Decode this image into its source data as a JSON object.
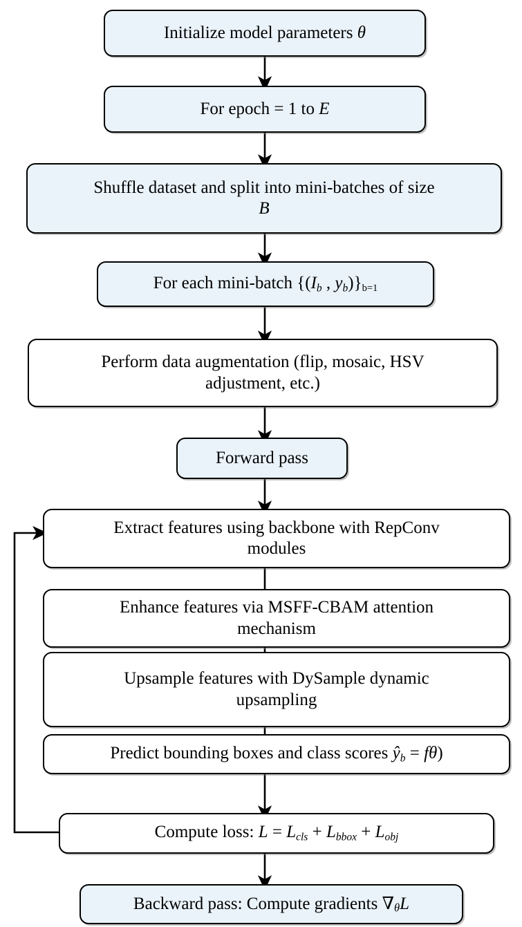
{
  "diagram": {
    "title": "Training procedure flowchart",
    "colors": {
      "box_fill_blue": "#eaf3fa",
      "box_fill_white": "#ffffff",
      "border": "#000000",
      "arrow": "#000000",
      "text": "#000000"
    },
    "nodes": [
      {
        "id": "init",
        "label": "Initialize model parameters θ",
        "fill": "#eaf3fa",
        "shape": "rounded-rectangle"
      },
      {
        "id": "for-epoch",
        "label": "For epoch = 1 to E",
        "fill": "#eaf3fa",
        "shape": "rounded-rectangle"
      },
      {
        "id": "shuffle",
        "label": "Shuffle dataset and split into mini-batches of size B",
        "fill": "#eaf3fa",
        "shape": "rounded-rectangle"
      },
      {
        "id": "for-minibatch",
        "label": "For each mini-batch {(I_b , y_b)}_{b=1}",
        "fill": "#eaf3fa",
        "shape": "rounded-rectangle"
      },
      {
        "id": "augment",
        "label": "Perform data augmentation (flip, mosaic, HSV adjustment, etc.)",
        "fill": "#ffffff",
        "shape": "rounded-rectangle"
      },
      {
        "id": "forward-pass",
        "label": "Forward pass",
        "fill": "#eaf3fa",
        "shape": "rounded-rectangle"
      },
      {
        "id": "extract-features",
        "label": "Extract features using backbone with RepConv modules",
        "fill": "#ffffff",
        "shape": "rounded-rectangle"
      },
      {
        "id": "enhance-features",
        "label": "Enhance features via MSFF-CBAM attention mechanism",
        "fill": "#ffffff",
        "shape": "rounded-rectangle"
      },
      {
        "id": "upsample-features",
        "label": "Upsample features with DySample dynamic upsampling",
        "fill": "#ffffff",
        "shape": "rounded-rectangle"
      },
      {
        "id": "predict",
        "label": "Predict bounding boxes and class scores ŷ_b = fθ)",
        "fill": "#ffffff",
        "shape": "rounded-rectangle"
      },
      {
        "id": "compute-loss",
        "label": "Compute loss: L = L_cls + L_bbox + L_obj",
        "fill": "#ffffff",
        "shape": "rounded-rectangle"
      },
      {
        "id": "backward-pass",
        "label": "Backward pass: Compute gradients ∇θ L",
        "fill": "#eaf3fa",
        "shape": "rounded-rectangle"
      }
    ],
    "edges": [
      {
        "from": "init",
        "to": "for-epoch",
        "arrowhead": true
      },
      {
        "from": "for-epoch",
        "to": "shuffle",
        "arrowhead": true
      },
      {
        "from": "shuffle",
        "to": "for-minibatch",
        "arrowhead": true
      },
      {
        "from": "for-minibatch",
        "to": "augment",
        "arrowhead": true
      },
      {
        "from": "augment",
        "to": "forward-pass",
        "arrowhead": true
      },
      {
        "from": "forward-pass",
        "to": "extract-features",
        "arrowhead": true
      },
      {
        "from": "extract-features",
        "to": "enhance-features",
        "arrowhead": false
      },
      {
        "from": "enhance-features",
        "to": "upsample-features",
        "arrowhead": false
      },
      {
        "from": "upsample-features",
        "to": "predict",
        "arrowhead": false
      },
      {
        "from": "predict",
        "to": "compute-loss",
        "arrowhead": true
      },
      {
        "from": "compute-loss",
        "to": "backward-pass",
        "arrowhead": true
      },
      {
        "from": "compute-loss",
        "to": "extract-features",
        "arrowhead": true,
        "routing": "left-feedback-loop"
      }
    ]
  },
  "text": {
    "init": {
      "line1_a": "Initialize model parameters ",
      "line1_theta": "θ"
    },
    "for_epoch": {
      "a": "For epoch ",
      "eq": "=",
      "b": " 1 to ",
      "E": "E"
    },
    "shuffle": {
      "line1": "Shuffle dataset and split into mini-batches of size",
      "line2_B": "B"
    },
    "minibatch": {
      "a": "For each mini-batch ",
      "open": "{(",
      "I": "I",
      "Isub": "b",
      "comma": " , ",
      "y": "y",
      "ysub": "b",
      "close": ")}",
      "range": "b=1"
    },
    "augment": {
      "line1": "Perform data augmentation (flip, mosaic, HSV",
      "line2": "adjustment, etc.)"
    },
    "forward": {
      "label": "Forward pass"
    },
    "extract": {
      "line1": "Extract features using backbone with RepConv",
      "line2": "modules"
    },
    "enhance": {
      "line1": "Enhance features via MSFF-CBAM attention",
      "line2": "mechanism"
    },
    "upsample": {
      "line1": "Upsample features with DySample dynamic",
      "line2": "upsampling"
    },
    "predict": {
      "a": "Predict bounding boxes and class scores ",
      "yhat": "ŷ",
      "ysub": "b",
      "eq": " = ",
      "f": "f",
      "theta": "θ",
      "paren": ")"
    },
    "loss": {
      "a": "Compute loss: ",
      "L": "L",
      "eq": " = ",
      "L1": "L",
      "L1sub": "cls",
      "plus1": " + ",
      "L2": "L",
      "L2sub": "bbox",
      "plus2": " + ",
      "L3": "L",
      "L3sub": "obj"
    },
    "backward": {
      "a": "Backward pass: Compute gradients ",
      "nabla": "∇",
      "theta": "θ",
      "L": "L"
    }
  }
}
